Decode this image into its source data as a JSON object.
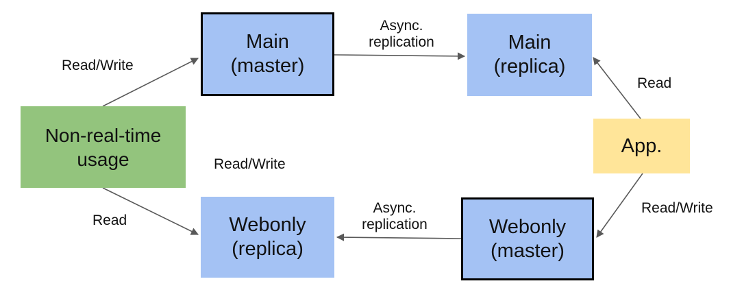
{
  "colors": {
    "blue_node": "#a4c2f4",
    "green_node": "#93c47d",
    "yellow_node": "#ffe599",
    "edge": "#595959"
  },
  "nodes": {
    "main_master": {
      "line1": "Main",
      "line2": "(master)"
    },
    "main_replica": {
      "line1": "Main",
      "line2": "(replica)"
    },
    "non_real_time": {
      "line1": "Non-real-time",
      "line2": "usage"
    },
    "app": {
      "line1": "App."
    },
    "webonly_replica": {
      "line1": "Webonly",
      "line2": "(replica)"
    },
    "webonly_master": {
      "line1": "Webonly",
      "line2": "(master)"
    }
  },
  "edge_labels": {
    "nonrt_to_main_master": "Read/Write",
    "main_async": {
      "line1": "Async.",
      "line2": "replication"
    },
    "app_to_main_replica": "Read",
    "nonrt_to_webonly_middle": "Read/Write",
    "nonrt_to_webonly_replica": "Read",
    "webonly_async": {
      "line1": "Async.",
      "line2": "replication"
    },
    "app_to_webonly_master": "Read/Write"
  }
}
